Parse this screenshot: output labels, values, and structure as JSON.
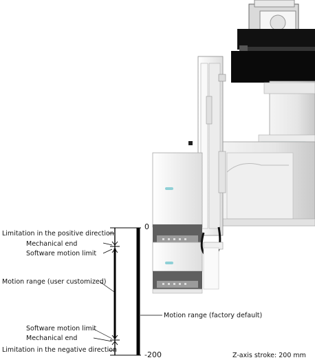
{
  "diagram": {
    "labels": {
      "limit_positive": "Limitation in the positive direction",
      "mech_end_top": "Mechanical end",
      "soft_limit_top": "Software motion limit",
      "motion_user": "Motion range (user customized)",
      "motion_factory": "Motion range (factory default)",
      "soft_limit_bottom": "Software motion limit",
      "mech_end_bottom": "Mechanical end",
      "limit_negative": "Limitation in the negative direction"
    },
    "scale": {
      "top": "0",
      "bottom": "-200"
    },
    "stroke_note": "Z-axis stroke: 200 mm"
  }
}
